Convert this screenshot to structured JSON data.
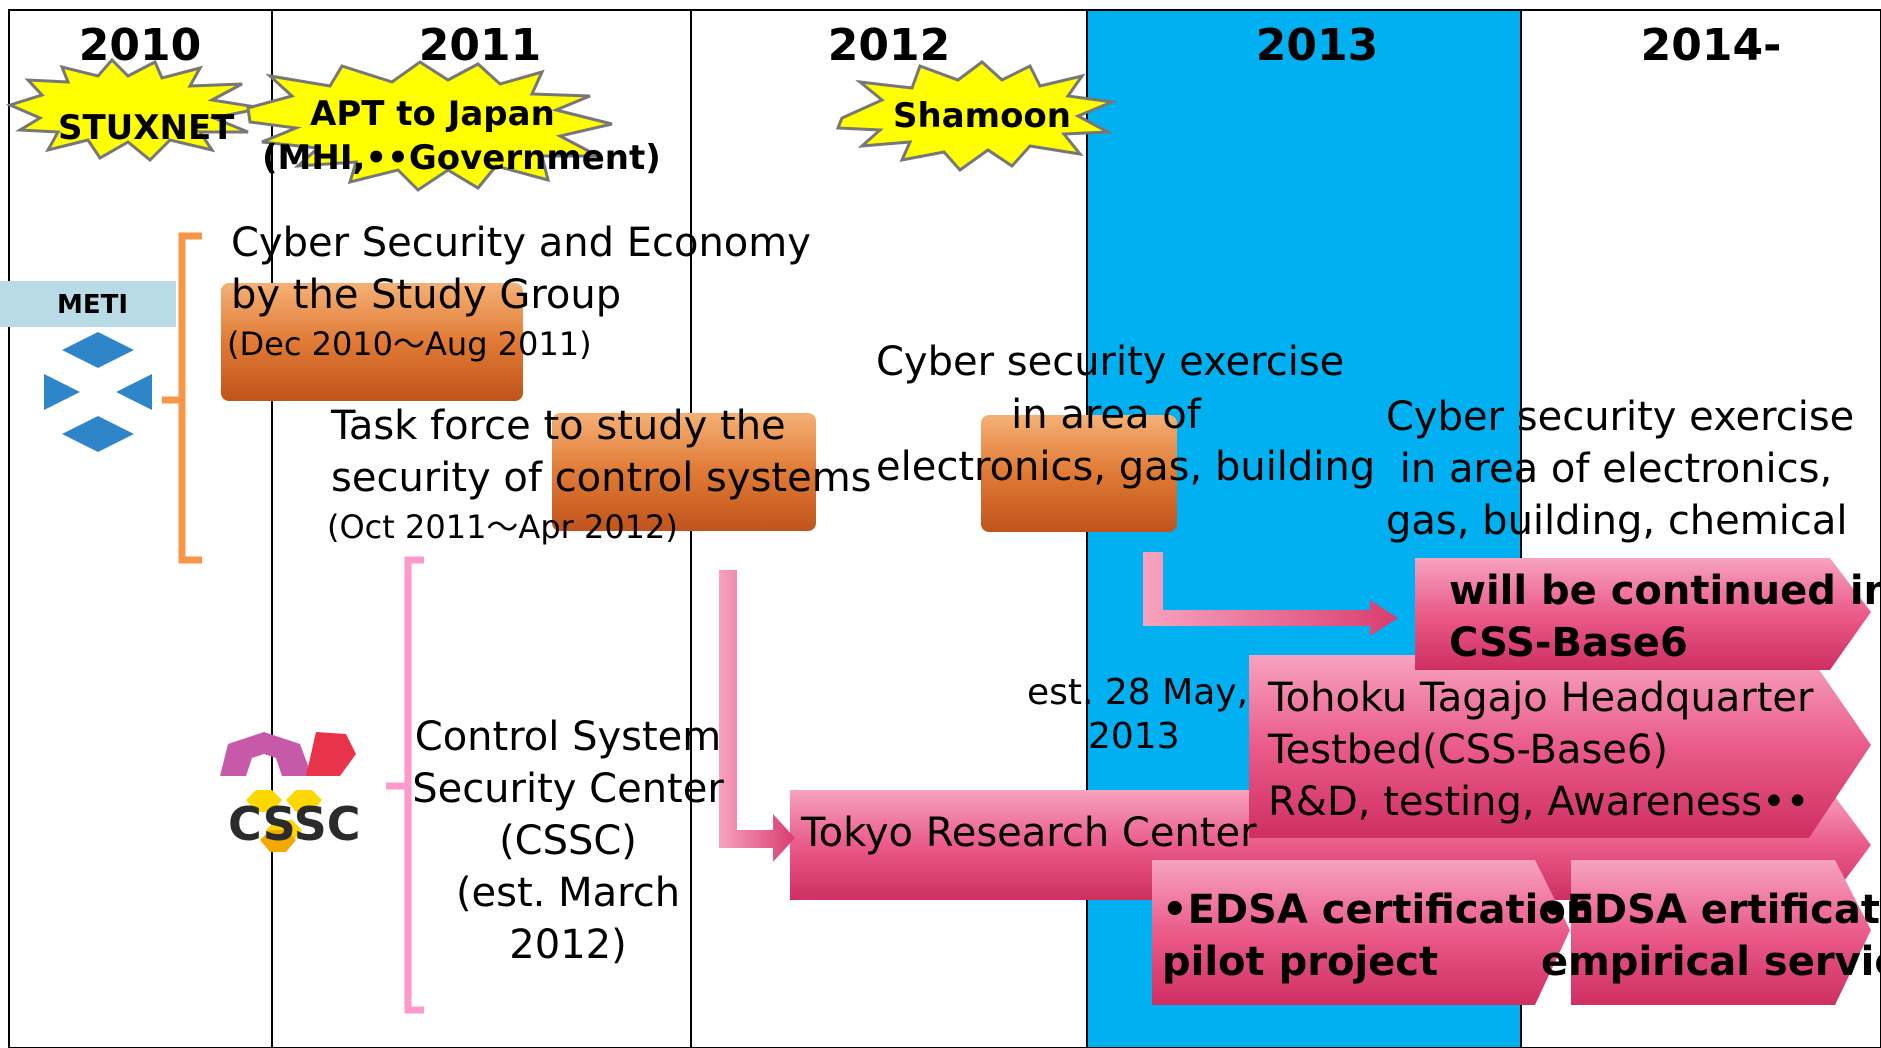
{
  "years": [
    "2010",
    "2011",
    "2012",
    "2013",
    "2014-"
  ],
  "bursts": {
    "stuxnet": "STUXNET",
    "apt_line1": "APT to Japan",
    "apt_line2": "(MHI,••Government)",
    "shamoon": "Shamoon"
  },
  "meti": {
    "label": "METI"
  },
  "cssc_logo": {
    "text": "CSSC"
  },
  "study_group": {
    "line1": "Cyber Security and Economy",
    "line2": "by the Study Group",
    "period": "(Dec 2010～Aug 2011)"
  },
  "task_force": {
    "line1": "Task force to study the",
    "line2": "security of control systems",
    "period": "(Oct 2011～Apr 2012)"
  },
  "exercise_2013": {
    "line1": "Cyber security exercise",
    "line2": "in area of",
    "line3": "electronics, gas, building"
  },
  "exercise_2014": {
    "line1": "Cyber security exercise",
    "line2": "in area of electronics,",
    "line3": "gas, building, chemical"
  },
  "continued": {
    "line1": "will be continued in",
    "line2": "CSS-Base6"
  },
  "tohoku": {
    "line1": "Tohoku Tagajo Headquarter",
    "line2": "Testbed(CSS-Base6)",
    "line3": "R&D, testing, Awareness••"
  },
  "est_date": {
    "line1": "est.  28 May,",
    "line2": "2013"
  },
  "cssc": {
    "line1": "Control System",
    "line2": "Security Center",
    "line3": "(CSSC)",
    "line4": "(est. March",
    "line5": "2012)"
  },
  "tokyo": {
    "label": "Tokyo Research Center"
  },
  "edsa_pilot": {
    "line1": "•EDSA certification",
    "line2": "pilot project"
  },
  "edsa_service": {
    "line1": "•EDSA ertification",
    "line2": "empirical service"
  },
  "colors": {
    "highlight_2013": "#00b0f0",
    "burst_fill": "#ffff00",
    "orange_box": "#e07a35",
    "pink_arrow": "#e0457b",
    "meti_band": "#b8dbe6",
    "meti_logo": "#2e86c8",
    "orange_bracket": "#f79646",
    "pink_bracket": "#ff99cc"
  }
}
